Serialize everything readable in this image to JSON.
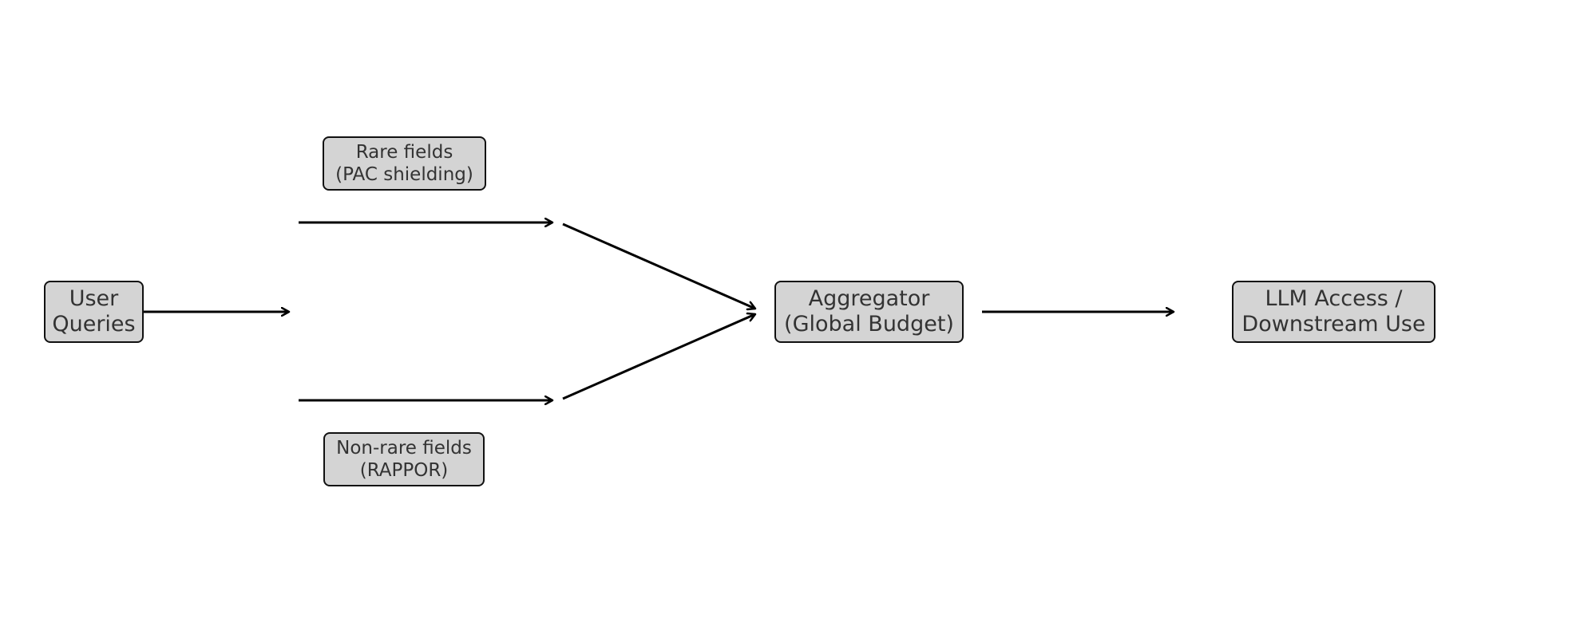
{
  "diagram": {
    "nodes": {
      "user_queries": {
        "lines": [
          "User",
          "Queries"
        ]
      },
      "rare_fields": {
        "lines": [
          "Rare fields",
          "(PAC shielding)"
        ]
      },
      "nonrare_fields": {
        "lines": [
          "Non-rare fields",
          "(RAPPOR)"
        ]
      },
      "aggregator": {
        "lines": [
          "Aggregator",
          "(Global Budget)"
        ]
      },
      "llm_access": {
        "lines": [
          "LLM Access /",
          "Downstream Use"
        ]
      }
    },
    "edge_color": "#000000",
    "node_fill": "#d4d4d4",
    "node_border": "#111111",
    "text_color": "#333333"
  }
}
